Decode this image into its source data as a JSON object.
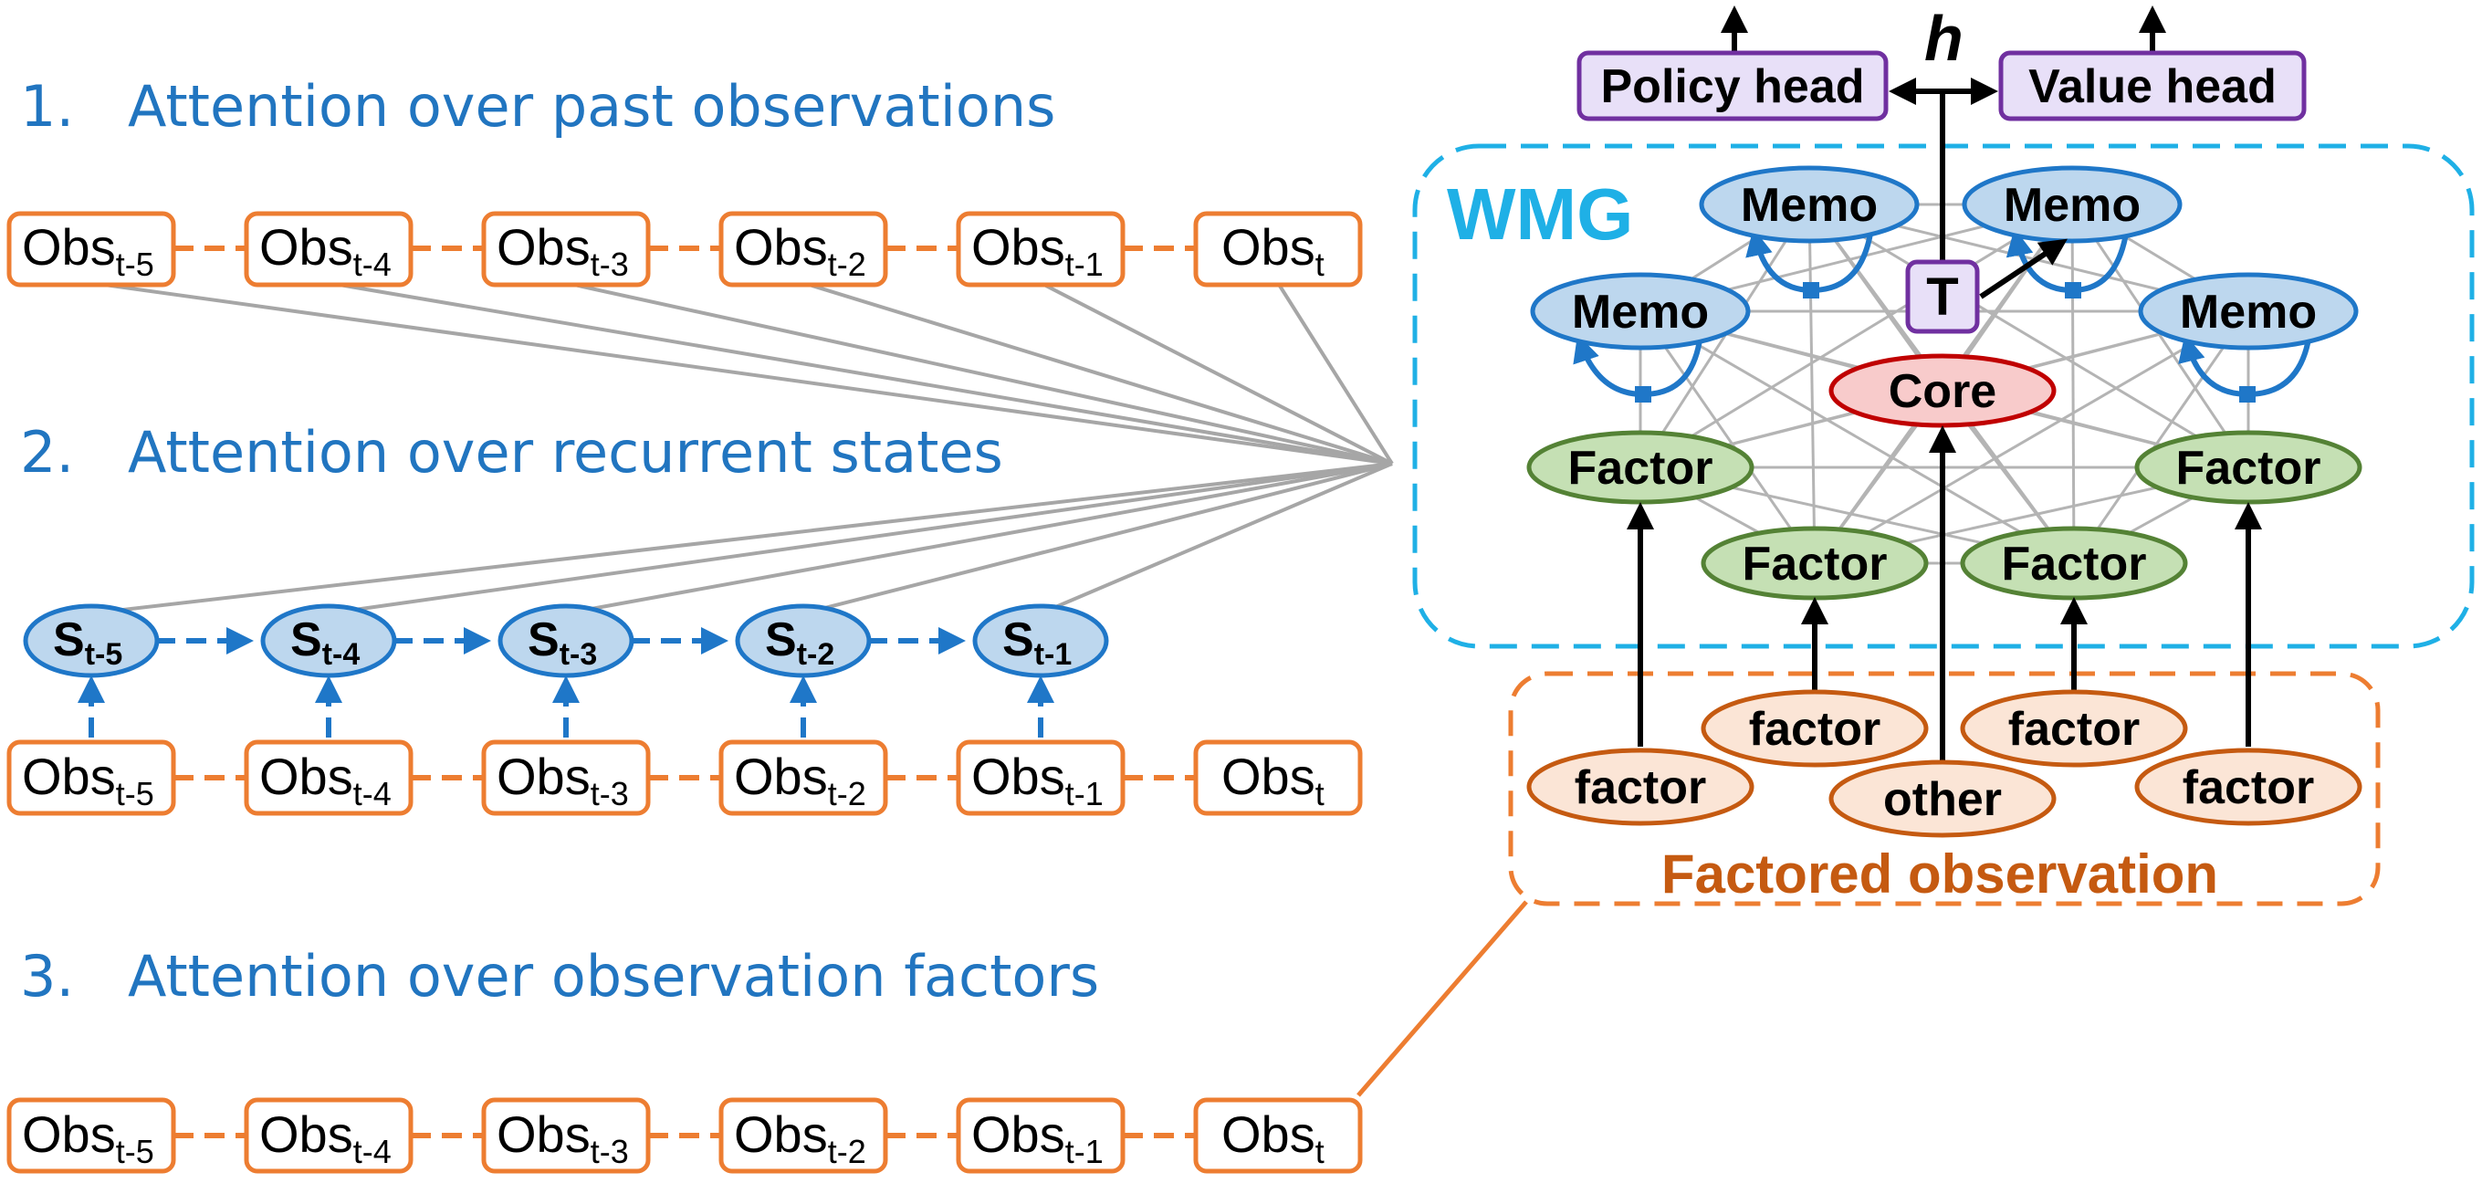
{
  "section1": {
    "number": "1.",
    "title": "Attention over past observations"
  },
  "section2": {
    "number": "2.",
    "title": "Attention over recurrent states"
  },
  "section3": {
    "number": "3.",
    "title": "Attention over observation factors"
  },
  "obs": {
    "base": "Obs",
    "subs": [
      "t-5",
      "t-4",
      "t-3",
      "t-2",
      "t-1",
      "t"
    ]
  },
  "states": {
    "base": "S",
    "subs": [
      "t-5",
      "t-4",
      "t-3",
      "t-2",
      "t-1"
    ]
  },
  "wmg": {
    "label": "WMG",
    "memo": "Memo",
    "core": "Core",
    "factor": "Factor",
    "t_label": "T",
    "h_label": "h",
    "policy_head": "Policy head",
    "value_head": "Value head"
  },
  "factored": {
    "factor": "factor",
    "other": "other",
    "label": "Factored observation"
  },
  "colors": {
    "heading_blue": "#2175c0",
    "obs_orange": "#ed7d31",
    "state_blue": "#1f77c8",
    "wmg_cyan": "#1fb0e6",
    "factored_brown": "#c55a11"
  }
}
